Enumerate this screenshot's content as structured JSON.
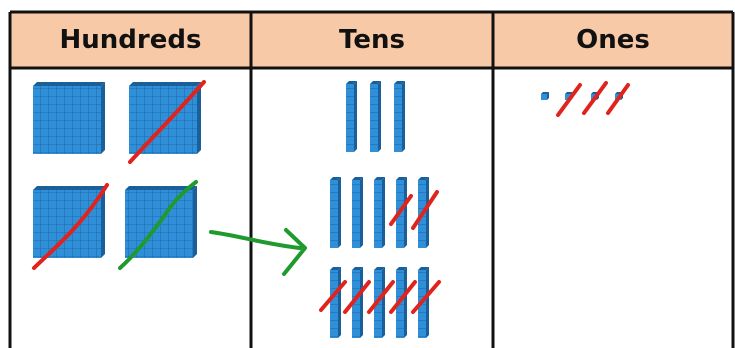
{
  "table": {
    "headers": [
      "Hundreds",
      "Tens",
      "Ones"
    ],
    "header_fill": "#f8c9a6"
  },
  "blocks": {
    "color": "#2f8fd8",
    "hundreds": {
      "count": 4,
      "crossed_red": 2,
      "crossed_green": 1
    },
    "tens": {
      "rows": [
        3,
        5,
        5
      ],
      "crossed_in_row_2": 2,
      "crossed_in_row_3": 5
    },
    "ones": {
      "count": 4,
      "crossed": 3
    }
  },
  "annotations": {
    "red_stroke": "#e0231c",
    "green_stroke": "#1e9a2e",
    "arrow": "green arrow from a hundred block to the tens column"
  }
}
